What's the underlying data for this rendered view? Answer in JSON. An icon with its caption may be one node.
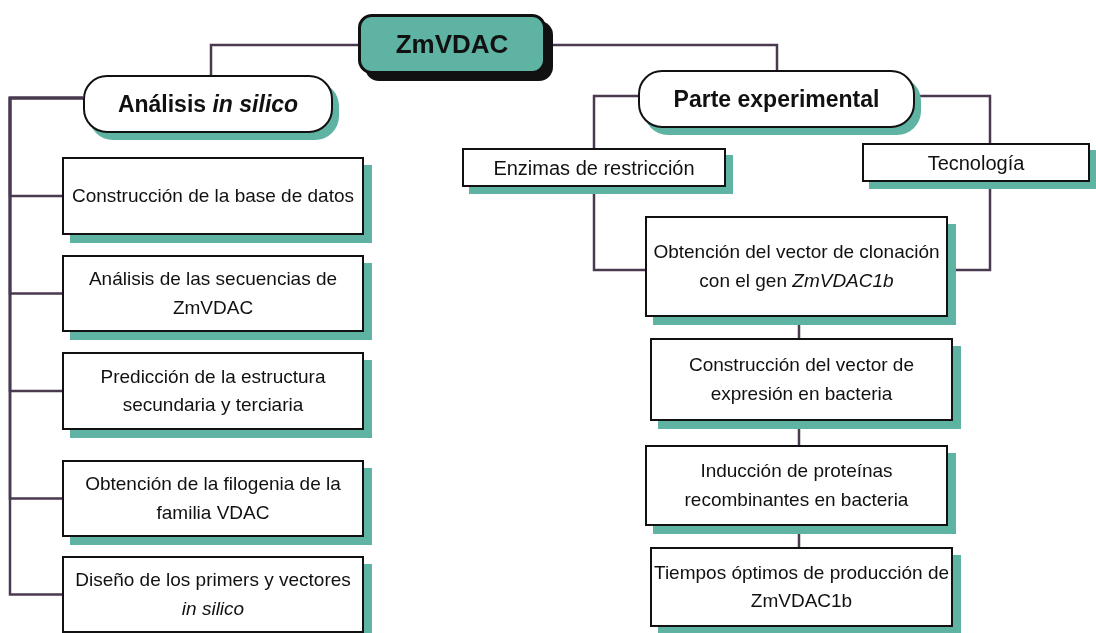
{
  "diagram": {
    "nodes": [
      {
        "text": [
          "ZmVDAC"
        ]
      },
      {
        "text": [
          "Análisis *in silico*"
        ]
      },
      {
        "text": [
          "Parte experimental"
        ]
      },
      {
        "text": [
          "Enzimas de restricción"
        ]
      },
      {
        "text": [
          "Tecnología"
        ]
      },
      {
        "text": [
          "Construcción de la base de datos"
        ]
      },
      {
        "text": [
          "Análisis de las secuencias de ZmVDAC"
        ]
      },
      {
        "text": [
          "Predicción de la estructura secundaria y terciaria"
        ]
      },
      {
        "text": [
          "Obtención de la filogenia de la familia VDAC"
        ]
      },
      {
        "text": [
          "Diseño de los primers y vectores *in silico*"
        ]
      },
      {
        "text": [
          "Obtención del vector de clonación con el gen *ZmVDAC1b*"
        ]
      },
      {
        "text": [
          "Construcción del vector de expresión en bacteria"
        ]
      },
      {
        "text": [
          "Inducción de proteínas recombinantes en bacteria"
        ]
      },
      {
        "text": [
          "Tiempos óptimos de producción de ZmVDAC1b"
        ]
      }
    ],
    "edges": [
      {
        "from": 0,
        "to": 1,
        "arrow": "none"
      },
      {
        "from": 0,
        "to": 2,
        "arrow": "none"
      },
      {
        "from": 1,
        "to": 5,
        "arrow": "none"
      },
      {
        "from": 1,
        "to": 6,
        "arrow": "none"
      },
      {
        "from": 1,
        "to": 7,
        "arrow": "none"
      },
      {
        "from": 1,
        "to": 8,
        "arrow": "none"
      },
      {
        "from": 1,
        "to": 9,
        "arrow": "none"
      },
      {
        "from": 2,
        "to": 3,
        "arrow": "none"
      },
      {
        "from": 2,
        "to": 4,
        "arrow": "none"
      },
      {
        "from": 3,
        "to": 10,
        "arrow": "none"
      },
      {
        "from": 4,
        "to": 10,
        "arrow": "none"
      },
      {
        "from": 10,
        "to": 11,
        "arrow": "none"
      },
      {
        "from": 11,
        "to": 12,
        "arrow": "none"
      },
      {
        "from": 12,
        "to": 13,
        "arrow": "none"
      }
    ]
  }
}
